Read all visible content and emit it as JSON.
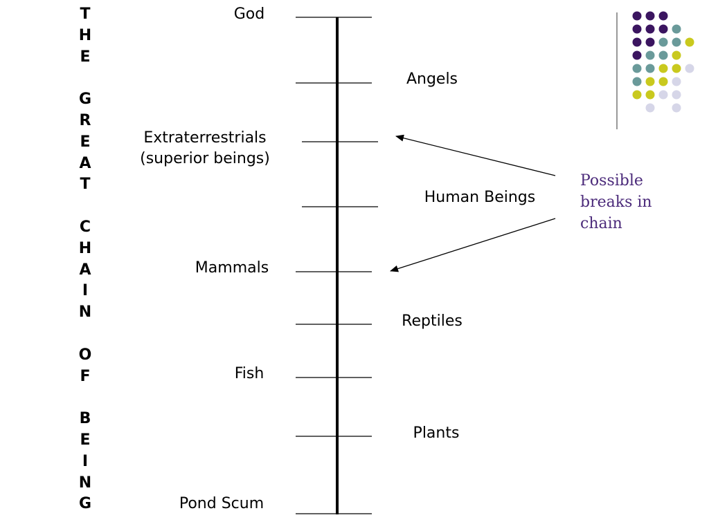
{
  "title_letters": [
    "T",
    "H",
    "E",
    "",
    "G",
    "R",
    "E",
    "A",
    "T",
    "",
    "C",
    "H",
    "A",
    "I",
    "N",
    "",
    "O",
    "F",
    "",
    "B",
    "E",
    "I",
    "N",
    "G"
  ],
  "levels": [
    {
      "label": "God",
      "side": "left"
    },
    {
      "label": "Angels",
      "side": "right"
    },
    {
      "label": "Extraterrestrials\n(superior beings)",
      "side": "left"
    },
    {
      "label": "Human Beings",
      "side": "right"
    },
    {
      "label": "Mammals",
      "side": "left"
    },
    {
      "label": "Reptiles",
      "side": "right"
    },
    {
      "label": "Fish",
      "side": "left"
    },
    {
      "label": "Plants",
      "side": "right"
    },
    {
      "label": "Pond Scum",
      "side": "left"
    }
  ],
  "note": {
    "lines": [
      "Possible",
      "breaks in",
      "chain"
    ],
    "color": "#4b2a7a"
  },
  "decor_colors": {
    "purple": "#3b1560",
    "teal": "#6a9a9a",
    "yellow": "#c9c91e",
    "lavender": "#d6d6e8",
    "rule": "#555555"
  }
}
